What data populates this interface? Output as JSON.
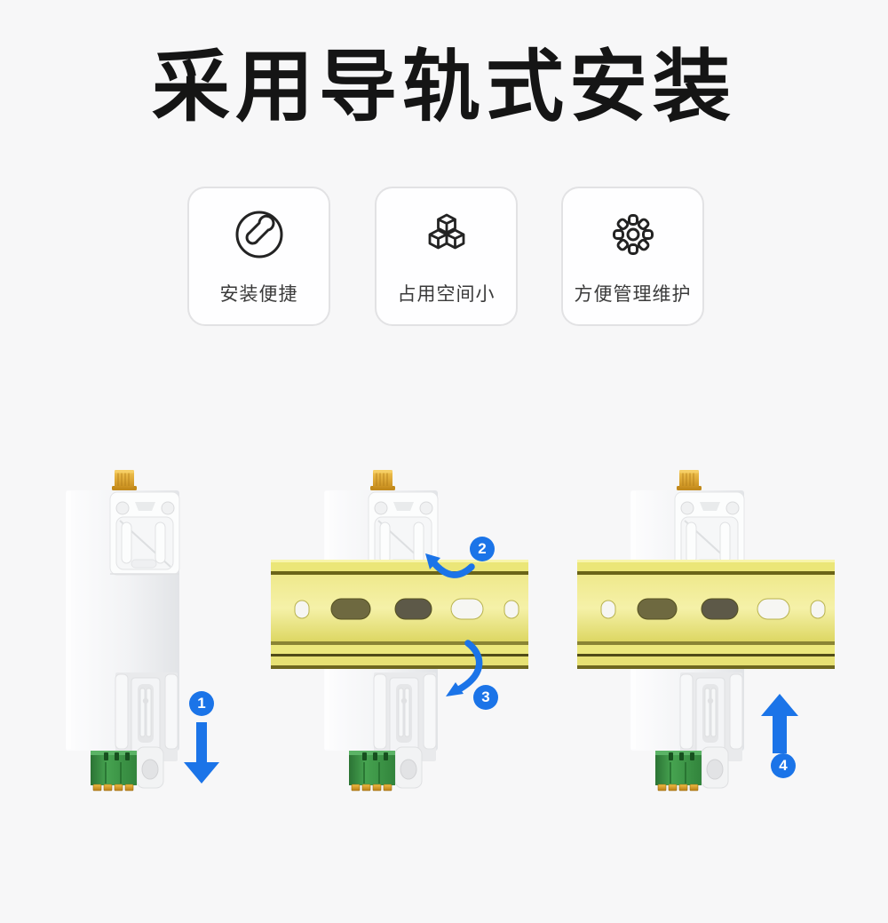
{
  "title": "采用导轨式安装",
  "features": [
    {
      "icon": "wrench-icon",
      "label": "安装便捷"
    },
    {
      "icon": "cubes-icon",
      "label": "占用空间小"
    },
    {
      "icon": "gear-icon",
      "label": "方便管理维护"
    }
  ],
  "installation_steps": [
    {
      "number": "1",
      "arrow": "down"
    },
    {
      "number": "2",
      "arrow": "rotate-up"
    },
    {
      "number": "3",
      "arrow": "rotate-down"
    },
    {
      "number": "4",
      "arrow": "up"
    }
  ],
  "colors": {
    "background": "#f7f7f8",
    "accent_blue": "#1b74e8",
    "rail_yellow": "#ebe678",
    "terminal_green": "#3f9146",
    "antenna_gold": "#d39a24",
    "device_white": "#f2f3f5",
    "title_text": "#151515"
  }
}
